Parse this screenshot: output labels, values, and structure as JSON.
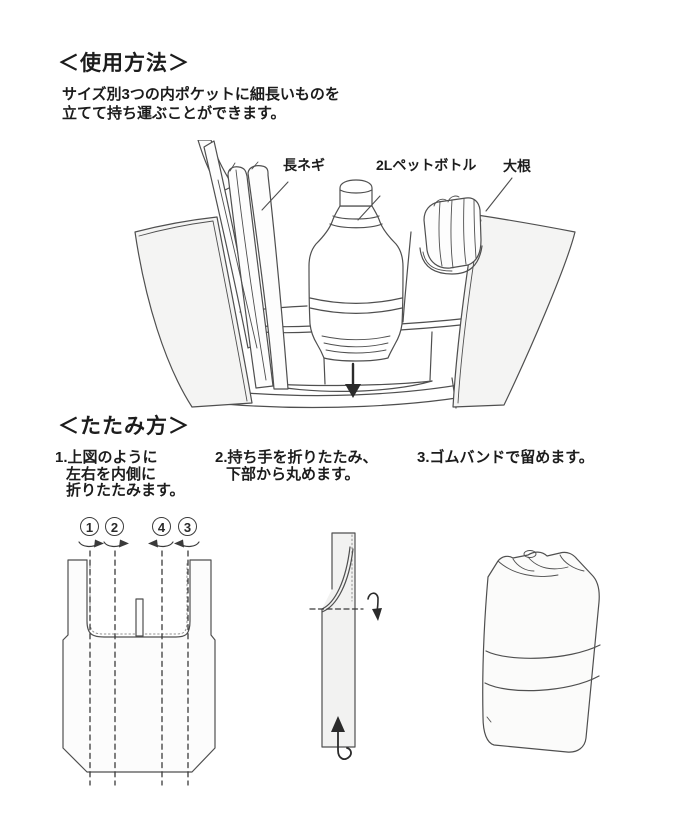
{
  "illustration_colors": {
    "line": "#4f4f4f",
    "dash_line": "#3a3a3a",
    "arrow": "#2b2b2b",
    "panel_fill": "#f4f4f3",
    "text": "#1c1c1c"
  },
  "usage_section": {
    "heading": "＜使用方法＞",
    "description": {
      "line1": "サイズ別3つの内ポケットに細長いものを",
      "line2": "立てて持ち運ぶことができます。"
    },
    "item_labels": {
      "negi": "長ネギ",
      "pet_bottle": "2Lペットボトル",
      "daikon": "大根"
    }
  },
  "folding_section": {
    "heading": "＜たたみ方＞",
    "steps": [
      {
        "number": "1.",
        "lines": [
          "上図のように",
          "左右を内側に",
          "折りたたみます。"
        ]
      },
      {
        "number": "2.",
        "lines": [
          "持ち手を折りたたみ、",
          "下部から丸めます。"
        ]
      },
      {
        "number": "3.",
        "lines": [
          "ゴムバンドで留めます。"
        ]
      }
    ],
    "fold_order_numbers": [
      "1",
      "2",
      "4",
      "3"
    ]
  }
}
